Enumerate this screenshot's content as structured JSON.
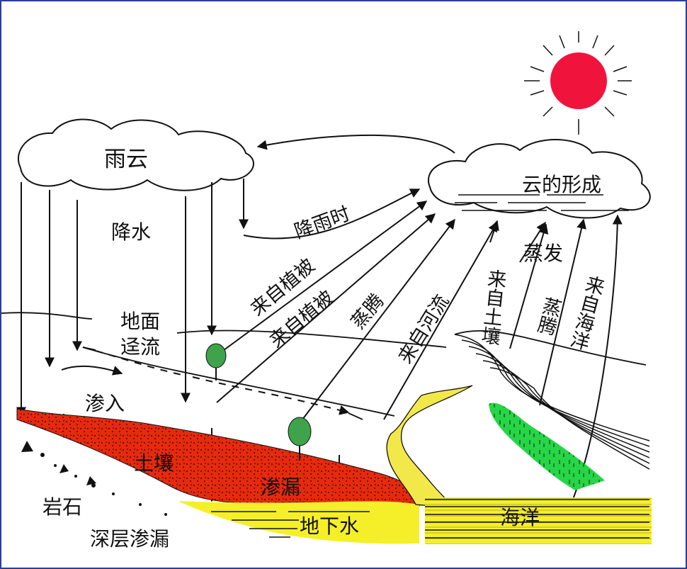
{
  "labels": {
    "rain_cloud": "雨云",
    "precipitation": "降水",
    "surface_runoff_1": "地面",
    "surface_runoff_2": "迳流",
    "infiltration": "渗入",
    "soil": "土壤",
    "rock": "岩石",
    "deep_seepage": "深层渗漏",
    "seepage": "渗漏",
    "groundwater": "地下水",
    "ocean": "海洋",
    "cloud_formation": "云的形成",
    "when_raining": "降雨时",
    "from_vegetation_1": "来自植被",
    "from_vegetation_2": "来自植被",
    "transpiration": "蒸腾",
    "from_river": "来自河流",
    "from_soil": "来自土壤",
    "evaporation": "蒸发",
    "transpiration_2": "蒸腾",
    "from_ocean": "来自海洋"
  },
  "colors": {
    "sun": "#f0143c",
    "soil": "#e62a0e",
    "groundwater": "#f5ef2a",
    "river": "#f3e84a",
    "vegetation": "#27d647",
    "tree": "#3ea34a",
    "frame": "#2d3d9c"
  }
}
